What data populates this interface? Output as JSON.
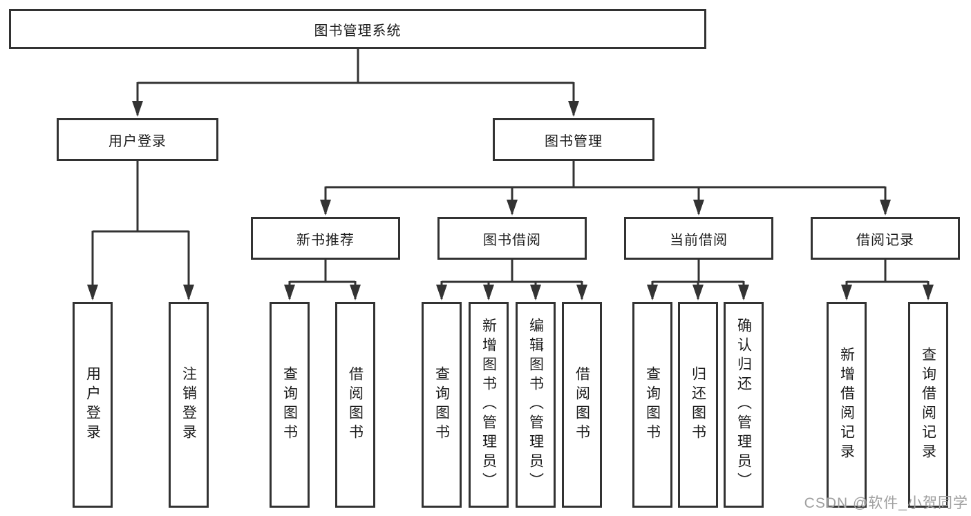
{
  "diagram": {
    "root": {
      "label": "图书管理系统"
    },
    "branches": [
      {
        "label": "用户登录",
        "leaves": [
          "用户登录",
          "注销登录"
        ]
      },
      {
        "label": "图书管理",
        "children": [
          {
            "label": "新书推荐",
            "leaves": [
              "查询图书",
              "借阅图书"
            ]
          },
          {
            "label": "图书借阅",
            "leaves": [
              "查询图书",
              "新增图书（管理员）",
              "编辑图书（管理员）",
              "借阅图书"
            ]
          },
          {
            "label": "当前借阅",
            "leaves": [
              "查询图书",
              "归还图书",
              "确认归还（管理员）"
            ]
          },
          {
            "label": "借阅记录",
            "leaves": [
              "新增借阅记录",
              "查询借阅记录"
            ]
          }
        ]
      }
    ]
  },
  "watermark": {
    "text": "CSDN @软件_小贺同学"
  },
  "colors": {
    "line": "#333333",
    "box_border": "#323232",
    "text": "#1c1c1c",
    "watermark": "#a0a0a0",
    "background": "#ffffff"
  }
}
